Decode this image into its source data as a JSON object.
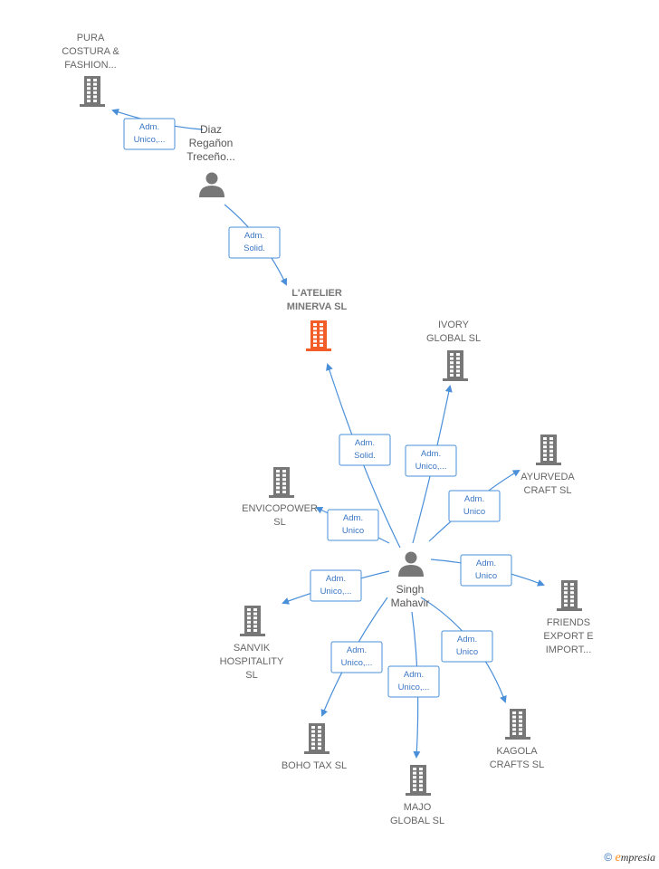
{
  "colors": {
    "edge": "#4a8fd9",
    "building": "#777777",
    "building_main": "#f25c27",
    "person": "#777777"
  },
  "companies": [
    {
      "id": "pura",
      "lines": [
        "PURA",
        "COSTURA &",
        "FASHION..."
      ],
      "main": false
    },
    {
      "id": "atelier",
      "lines": [
        "L'ATELIER",
        "MINERVA  SL"
      ],
      "main": true
    },
    {
      "id": "ivory",
      "lines": [
        "IVORY",
        "GLOBAL  SL"
      ],
      "main": false
    },
    {
      "id": "ayurveda",
      "lines": [
        "AYURVEDA",
        "CRAFT  SL"
      ],
      "main": false
    },
    {
      "id": "envicopower",
      "lines": [
        "ENVICOPOWER",
        "SL"
      ],
      "main": false
    },
    {
      "id": "friends",
      "lines": [
        "FRIENDS",
        "EXPORT E",
        "IMPORT..."
      ],
      "main": false
    },
    {
      "id": "sanvik",
      "lines": [
        "SANVIK",
        "HOSPITALITY",
        "SL"
      ],
      "main": false
    },
    {
      "id": "kagola",
      "lines": [
        "KAGOLA",
        "CRAFTS  SL"
      ],
      "main": false
    },
    {
      "id": "boho",
      "lines": [
        "BOHO TAX  SL"
      ],
      "main": false
    },
    {
      "id": "majo",
      "lines": [
        "MAJO",
        "GLOBAL  SL"
      ],
      "main": false
    }
  ],
  "people": [
    {
      "id": "diaz",
      "lines": [
        "Diaz",
        "Regañon",
        "Treceño..."
      ]
    },
    {
      "id": "singh",
      "lines": [
        "Singh",
        "Mahavir"
      ]
    }
  ],
  "edges": [
    {
      "from": "diaz",
      "to": "pura",
      "lines": [
        "Adm.",
        "Unico,..."
      ]
    },
    {
      "from": "diaz",
      "to": "atelier",
      "lines": [
        "Adm.",
        "Solid."
      ]
    },
    {
      "from": "singh",
      "to": "atelier",
      "lines": [
        "Adm.",
        "Solid."
      ]
    },
    {
      "from": "singh",
      "to": "ivory",
      "lines": [
        "Adm.",
        "Unico,..."
      ]
    },
    {
      "from": "singh",
      "to": "ayurveda",
      "lines": [
        "Adm.",
        "Unico"
      ]
    },
    {
      "from": "singh",
      "to": "envicopower",
      "lines": [
        "Adm.",
        "Unico"
      ]
    },
    {
      "from": "singh",
      "to": "friends",
      "lines": [
        "Adm.",
        "Unico"
      ]
    },
    {
      "from": "singh",
      "to": "sanvik",
      "lines": [
        "Adm.",
        "Unico,..."
      ]
    },
    {
      "from": "singh",
      "to": "kagola",
      "lines": [
        "Adm.",
        "Unico"
      ]
    },
    {
      "from": "singh",
      "to": "boho",
      "lines": [
        "Adm.",
        "Unico,..."
      ]
    },
    {
      "from": "singh",
      "to": "majo",
      "lines": [
        "Adm.",
        "Unico,..."
      ]
    }
  ],
  "footer": {
    "symbol": "©",
    "brand_initial": "e",
    "brand_rest": "mpresia"
  }
}
